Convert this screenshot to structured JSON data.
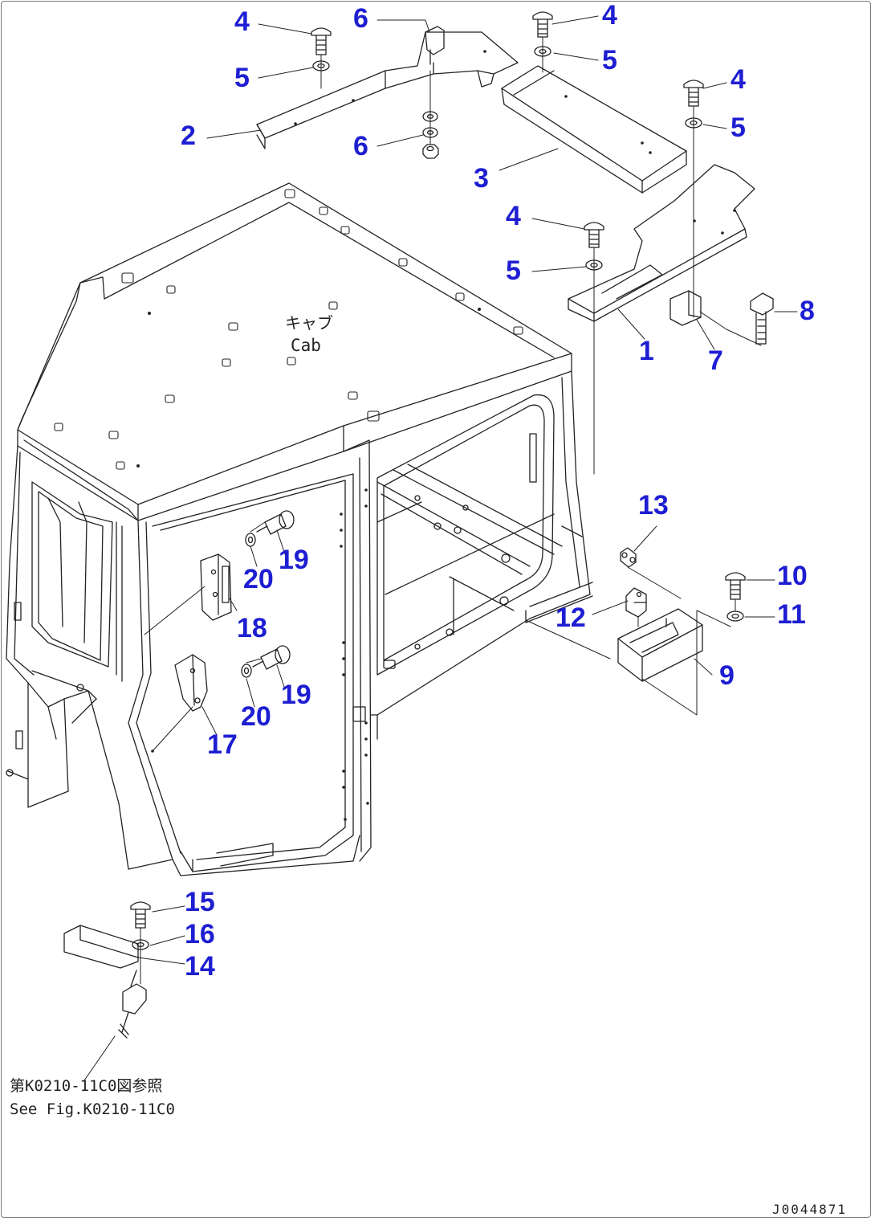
{
  "callouts": {
    "c1": "1",
    "c2": "2",
    "c3": "3",
    "c4a": "4",
    "c4b": "4",
    "c4c": "4",
    "c4d": "4",
    "c5a": "5",
    "c5b": "5",
    "c5c": "5",
    "c5d": "5",
    "c6a": "6",
    "c6b": "6",
    "c7": "7",
    "c8": "8",
    "c9": "9",
    "c10": "10",
    "c11": "11",
    "c12": "12",
    "c13": "13",
    "c14": "14",
    "c15": "15",
    "c16": "16",
    "c17": "17",
    "c18": "18",
    "c19a": "19",
    "c19b": "19",
    "c20a": "20",
    "c20b": "20"
  },
  "cab_label_jp": "キャブ",
  "cab_label_en": "Cab",
  "reference_note_jp": "第K0210-11C0図参照",
  "reference_note_en": "See Fig.K0210-11C0",
  "drawing_code": "J0044871",
  "colors": {
    "callout": "#1e1ed2",
    "line": "#222222"
  }
}
